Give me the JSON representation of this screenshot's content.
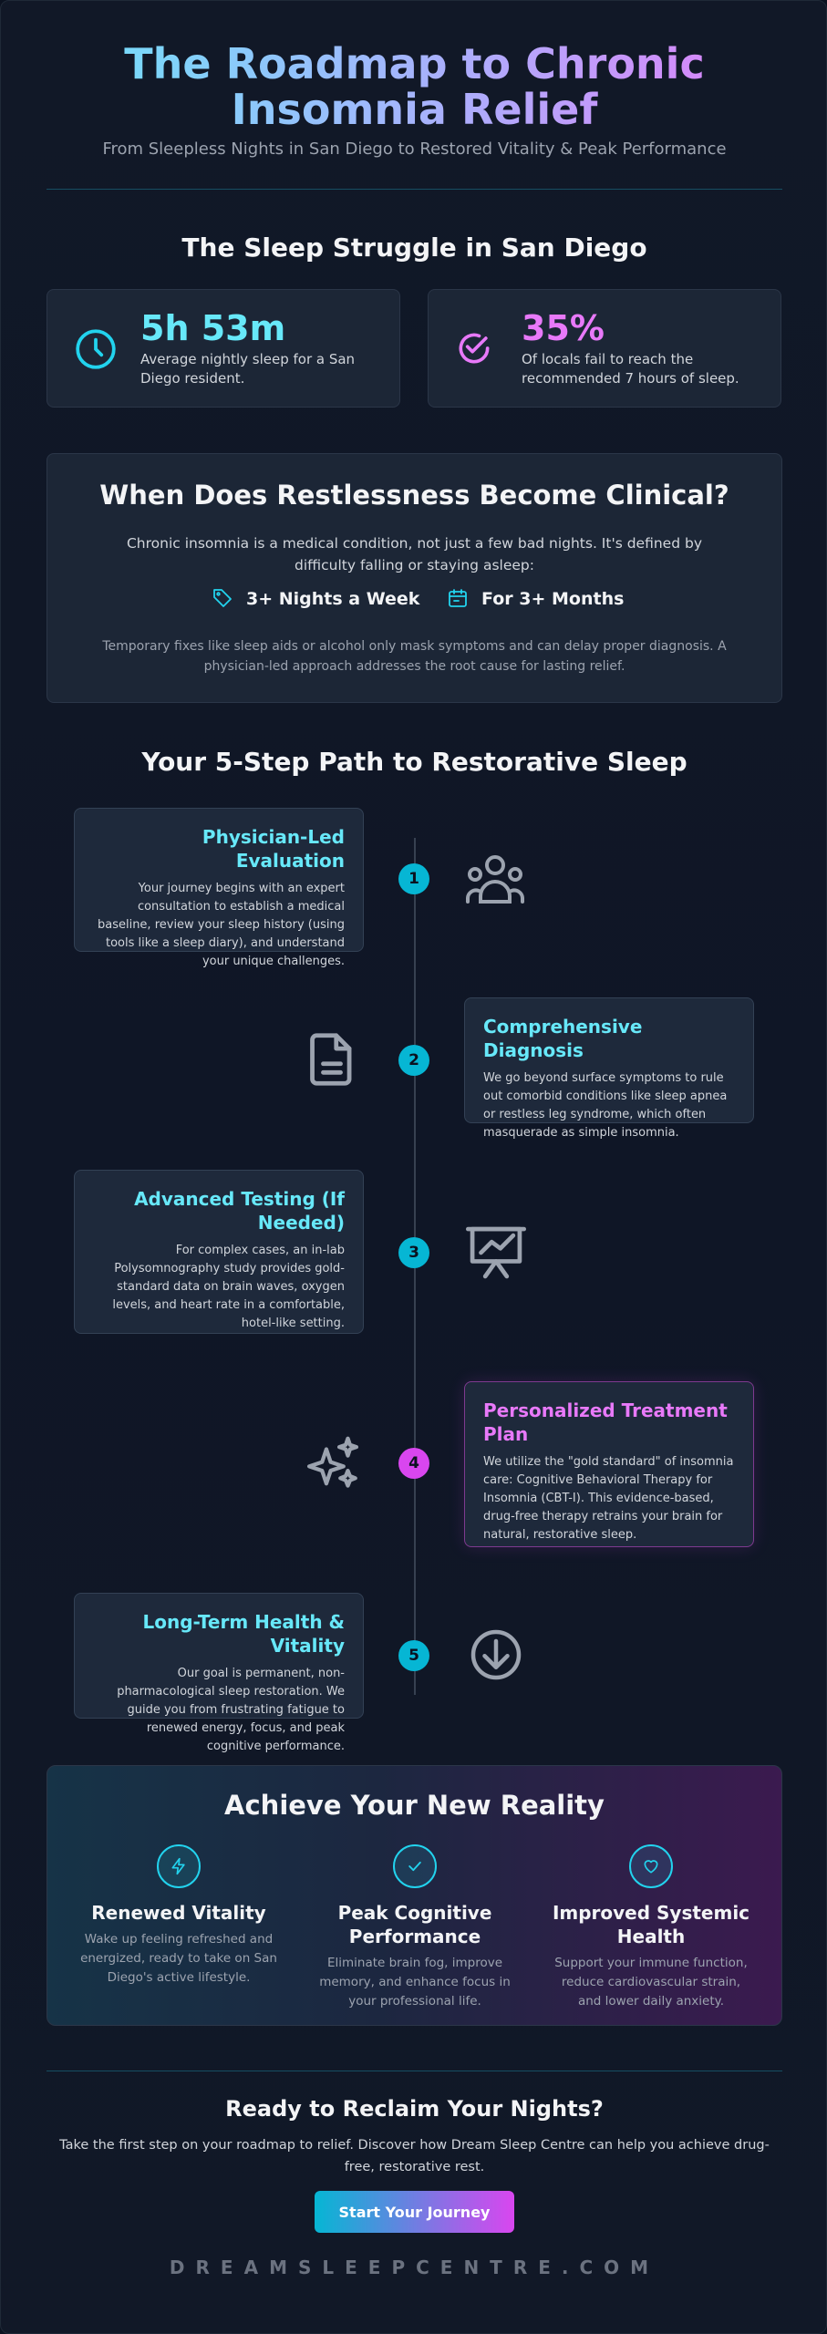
{
  "header": {
    "title_line1": "The Roadmap to Chronic",
    "title_line2": "Insomnia Relief",
    "subtitle": "From Sleepless Nights in San Diego to Restored Vitality & Peak Performance"
  },
  "struggle": {
    "heading": "The Sleep Struggle in San Diego",
    "stats": [
      {
        "value": "5h 53m",
        "desc": "Average nightly sleep for a San Diego resident.",
        "icon": "clock-icon",
        "color": "#22d3ee"
      },
      {
        "value": "35%",
        "desc": "Of locals fail to reach the recommended 7 hours of sleep.",
        "icon": "check-badge-icon",
        "color": "#e879f9"
      }
    ]
  },
  "clinical": {
    "heading": "When Does Restlessness Become Clinical?",
    "text": "Chronic insomnia is a medical condition, not just a few bad nights. It's defined by difficulty falling or staying asleep:",
    "criteria": [
      {
        "label": "3+ Nights a Week",
        "icon": "tag-icon"
      },
      {
        "label": "For 3+ Months",
        "icon": "calendar-icon"
      }
    ],
    "note": "Temporary fixes like sleep aids or alcohol only mask symptoms and can delay proper diagnosis. A physician-led approach addresses the root cause for lasting relief."
  },
  "path": {
    "heading": "Your 5-Step Path to Restorative Sleep",
    "steps": [
      {
        "num": "1",
        "title": "Physician-Led Evaluation",
        "text": "Your journey begins with an expert consultation to establish a medical baseline, review your sleep history (using tools like a sleep diary), and understand your unique challenges.",
        "icon": "users-icon"
      },
      {
        "num": "2",
        "title": "Comprehensive Diagnosis",
        "text": "We go beyond surface symptoms to rule out comorbid conditions like sleep apnea or restless leg syndrome, which often masquerade as simple insomnia.",
        "icon": "document-icon"
      },
      {
        "num": "3",
        "title": "Advanced Testing (If Needed)",
        "text": "For complex cases, an in-lab Polysomnography study provides gold-standard data on brain waves, oxygen levels, and heart rate in a comfortable, hotel-like setting.",
        "icon": "chart-presentation-icon"
      },
      {
        "num": "4",
        "title": "Personalized Treatment Plan",
        "text": "We utilize the \"gold standard\" of insomnia care: Cognitive Behavioral Therapy for Insomnia (CBT-I). This evidence-based, drug-free therapy retrains your brain for natural, restorative sleep.",
        "icon": "sparkles-icon"
      },
      {
        "num": "5",
        "title": "Long-Term Health & Vitality",
        "text": "Our goal is permanent, non-pharmacological sleep restoration. We guide you from frustrating fatigue to renewed energy, focus, and peak cognitive performance.",
        "icon": "arrow-down-circle-icon"
      }
    ]
  },
  "reality": {
    "heading": "Achieve Your New Reality",
    "benefits": [
      {
        "title_line1": "Renewed Vitality",
        "title_line2": "",
        "text": "Wake up feeling refreshed and energized, ready to take on San Diego's active lifestyle.",
        "icon": "bolt-icon"
      },
      {
        "title_line1": "Peak Cognitive",
        "title_line2": "Performance",
        "text": "Eliminate brain fog, improve memory, and enhance focus in your professional life.",
        "icon": "check-icon"
      },
      {
        "title_line1": "Improved Systemic",
        "title_line2": "Health",
        "text": "Support your immune function, reduce cardiovascular strain, and lower daily anxiety.",
        "icon": "heart-icon"
      }
    ]
  },
  "cta": {
    "heading": "Ready to Reclaim Your Nights?",
    "text": "Take the first step on your roadmap to relief. Discover how Dream Sleep Centre can help you achieve drug-free, restorative rest.",
    "button_label": "Start Your Journey"
  },
  "footer": {
    "domain": "DREAMSLEEPCENTRE.COM"
  },
  "colors": {
    "cyan": "#22d3ee",
    "pink": "#e879f9",
    "bg": "#111827"
  }
}
